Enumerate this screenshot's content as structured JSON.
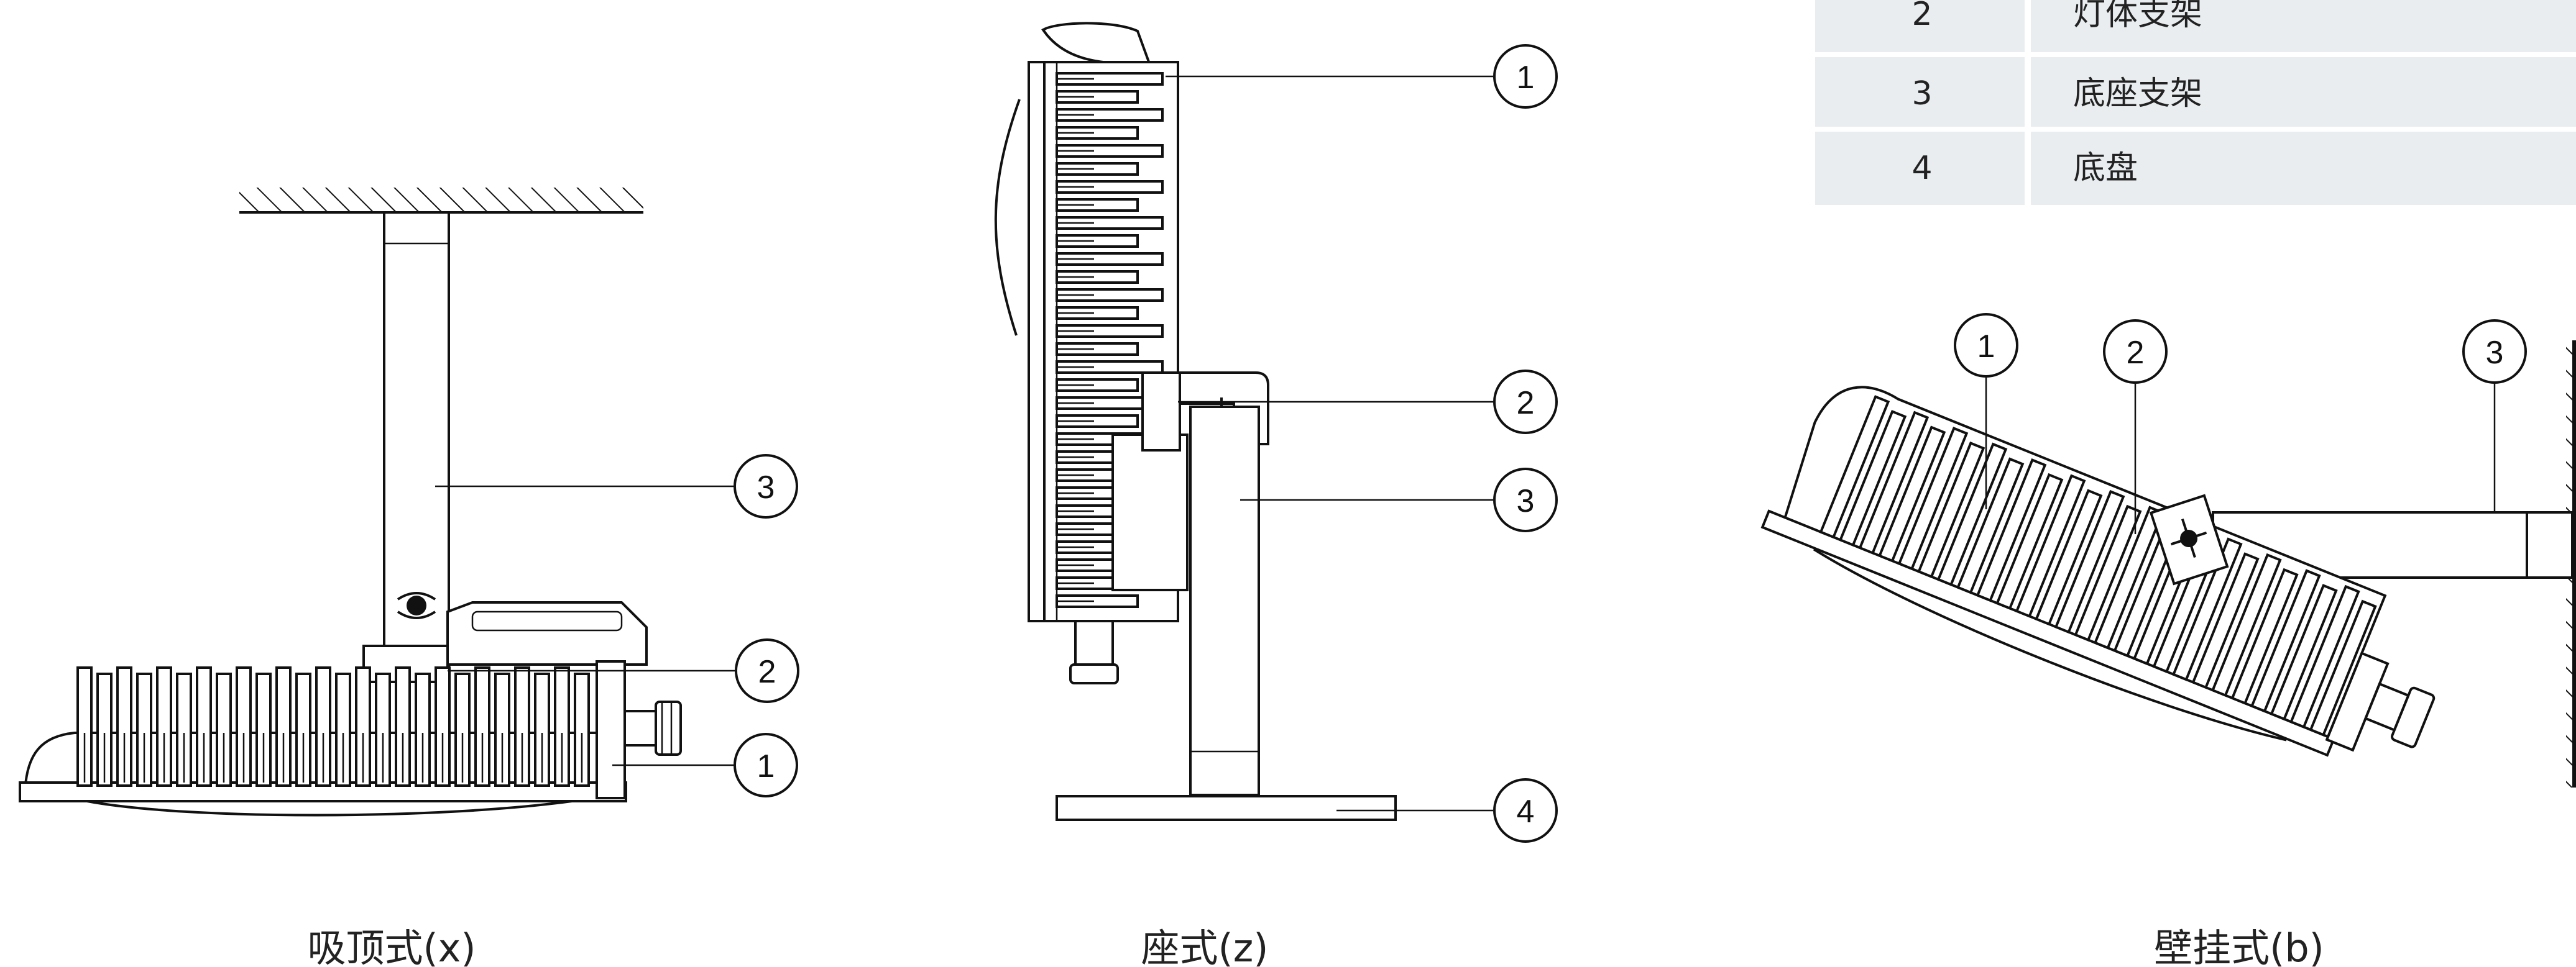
{
  "table": {
    "rows": [
      {
        "no": "2",
        "name": "灯体支架"
      },
      {
        "no": "3",
        "name": "底座支架"
      },
      {
        "no": "4",
        "name": "底盘"
      }
    ],
    "bg_color": "#e9edf0",
    "line_color": "#ffffff"
  },
  "views": [
    {
      "id": "ceiling",
      "caption": "吸顶式(x)",
      "callouts": [
        "3",
        "2",
        "1"
      ]
    },
    {
      "id": "seat",
      "caption": "座式(z)",
      "callouts": [
        "1",
        "2",
        "3",
        "4"
      ]
    },
    {
      "id": "wall",
      "caption": "壁挂式(b)",
      "callouts": [
        "1",
        "2",
        "3"
      ]
    }
  ]
}
